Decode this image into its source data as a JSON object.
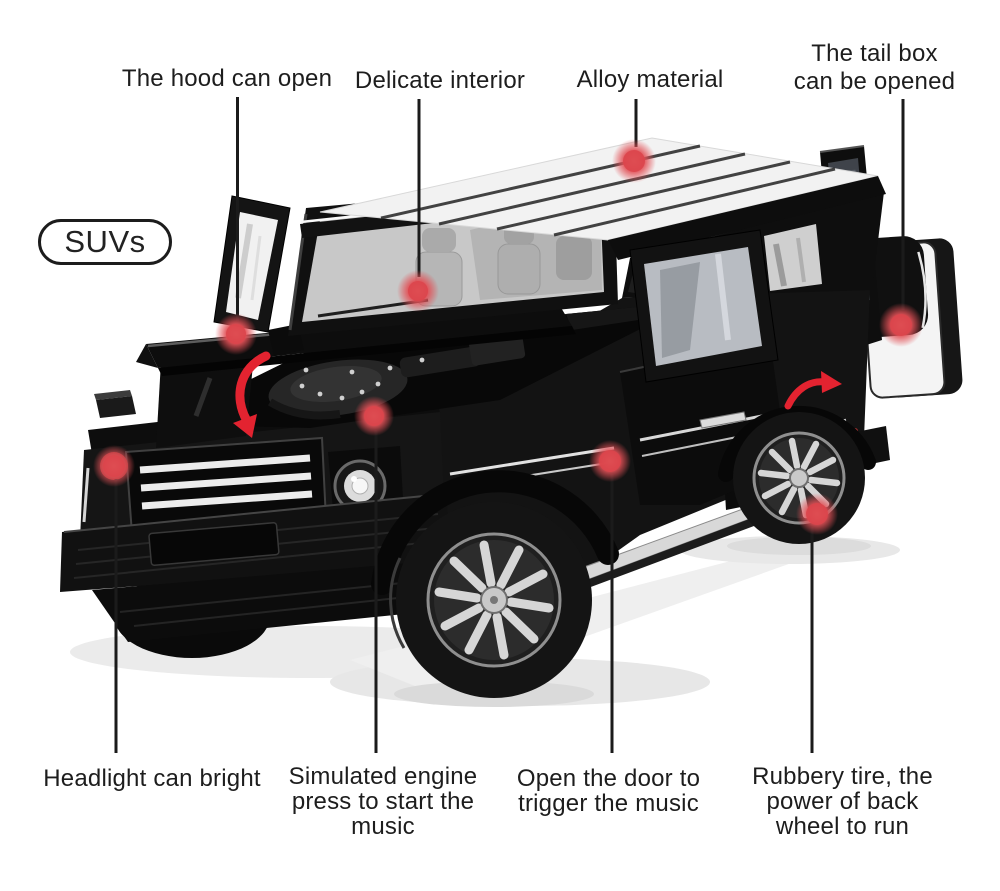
{
  "colors": {
    "background": "#ffffff",
    "accent_red": "#e04b4e",
    "arrow_red": "#e32330",
    "leader_line": "#1b1b1b",
    "text": "#1d1d1d",
    "car_body": "#121212",
    "roof": "#f2f2f2"
  },
  "badge": {
    "label": "SUVs"
  },
  "callouts": {
    "hood": {
      "label": "The hood can open"
    },
    "interior": {
      "label": "Delicate interior"
    },
    "alloy": {
      "label": "Alloy material"
    },
    "tailbox": {
      "label": "The tail box can be opened"
    },
    "headlight": {
      "label": "Headlight can bright"
    },
    "engine": {
      "label": "Simulated engine press to start the music"
    },
    "door": {
      "label": "Open the  door to trigger the music"
    },
    "tire": {
      "label": "Rubbery tire, the power of back wheel to run"
    }
  }
}
